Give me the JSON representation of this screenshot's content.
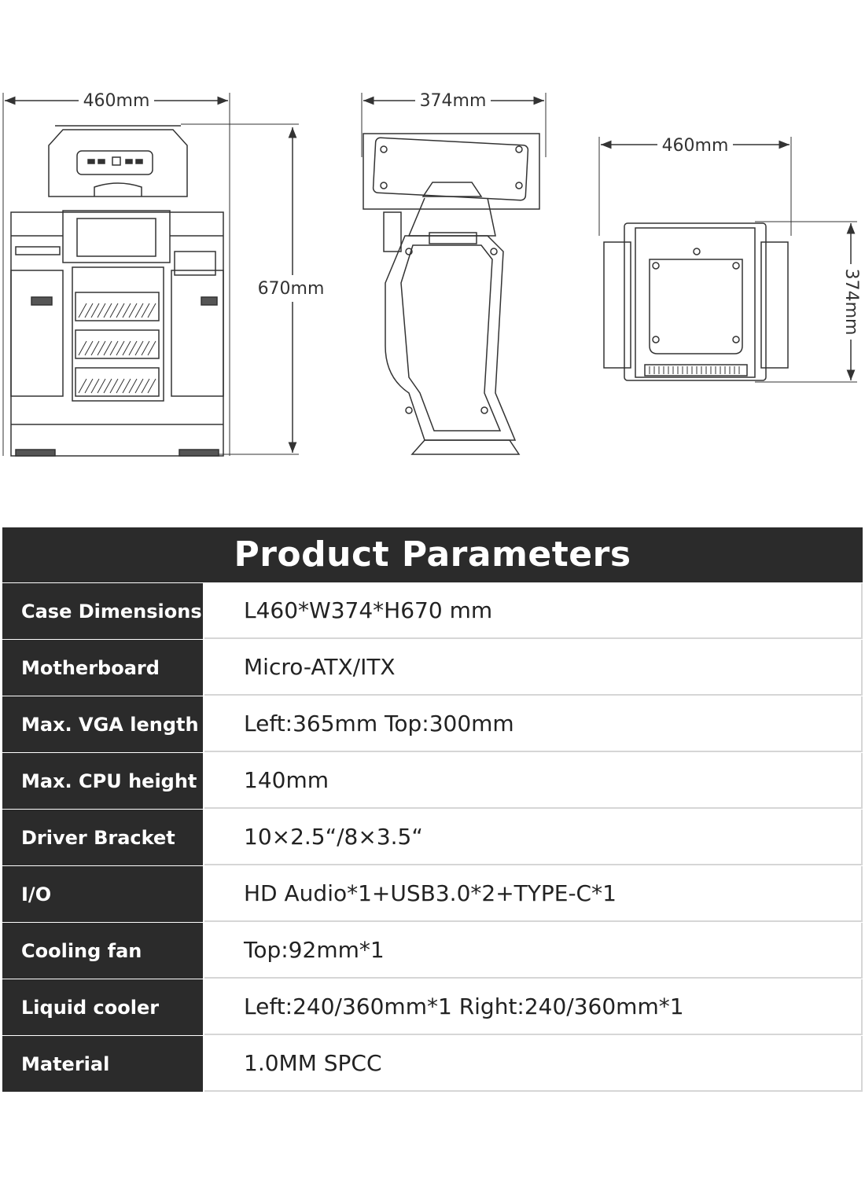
{
  "dimensions": {
    "front_width": "460mm",
    "front_height": "670mm",
    "side_width": "374mm",
    "top_width": "460mm",
    "top_depth": "374mm"
  },
  "params": {
    "title": "Product Parameters",
    "rows": [
      {
        "label": "Case Dimensions",
        "value": "L460*W374*H670 mm"
      },
      {
        "label": "Motherboard",
        "value": "Micro-ATX/ITX"
      },
      {
        "label": "Max. VGA length",
        "value": "Left:365mm Top:300mm"
      },
      {
        "label": "Max. CPU height",
        "value": "140mm"
      },
      {
        "label": "Driver Bracket",
        "value": "10×2.5“/8×3.5“"
      },
      {
        "label": "I/O",
        "value": "HD Audio*1+USB3.0*2+TYPE-C*1"
      },
      {
        "label": "Cooling fan",
        "value": "Top:92mm*1"
      },
      {
        "label": "Liquid cooler",
        "value": "Left:240/360mm*1 Right:240/360mm*1"
      },
      {
        "label": "Material",
        "value": "1.0MM SPCC"
      }
    ]
  }
}
